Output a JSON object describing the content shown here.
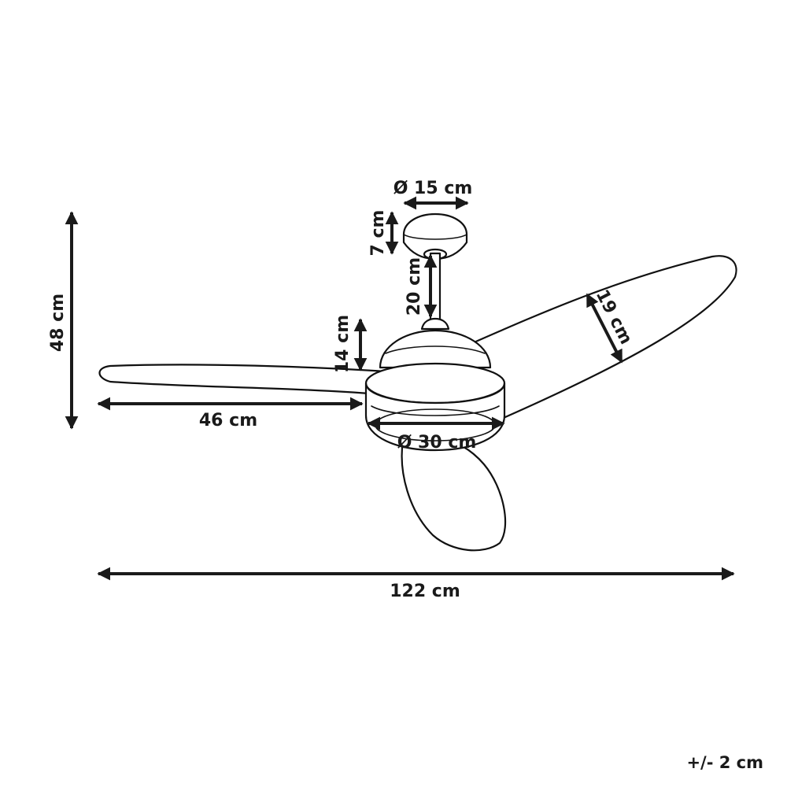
{
  "dimensions": {
    "canopy_diameter": "Ø 15 cm",
    "canopy_height": "7 cm",
    "downrod_length": "20 cm",
    "motor_height": "14 cm",
    "total_height": "48 cm",
    "blade_length": "46 cm",
    "blade_width": "19 cm",
    "light_diameter": "Ø 30 cm",
    "total_span": "122 cm"
  },
  "tolerance": "+/- 2 cm",
  "colors": {
    "line": "#111111",
    "background": "#ffffff"
  }
}
